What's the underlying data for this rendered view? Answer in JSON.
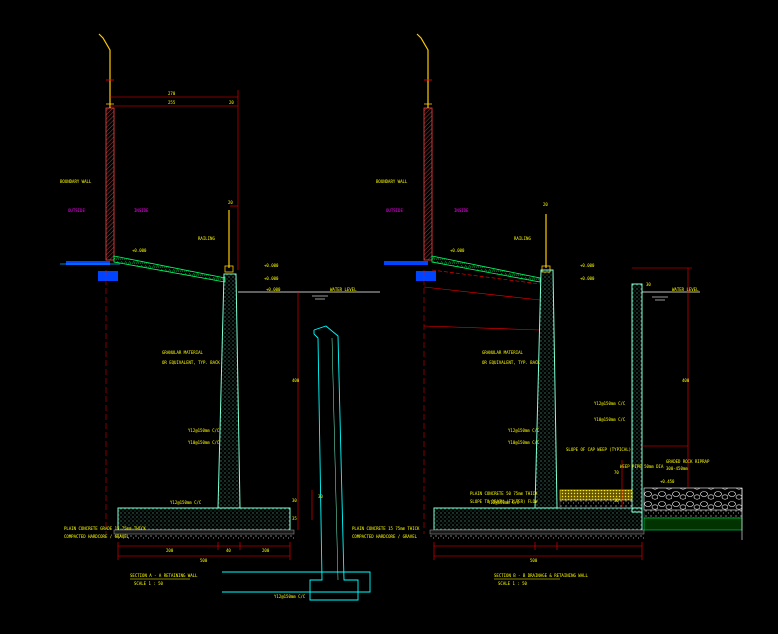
{
  "colors": {
    "background": "#000000",
    "wall": "#7fffd4",
    "wall_bright": "#00ffff",
    "dimension": "#ff0000",
    "label": "#ffff00",
    "zone": "#ff00ff",
    "hatch": "#00ff00",
    "fence": "#ffcc00",
    "survey": "#0066ff",
    "gravel": "#ffffff"
  },
  "section_a": {
    "title": "SECTION A - A RETAINING WALL",
    "scale": "SCALE 1 : 50",
    "boundary_wall": "BOUNDARY WALL",
    "outside": "OUTSIDE",
    "inside": "INSIDE",
    "railing": "RAILING",
    "backfill_1": "GRANULAR MATERIAL",
    "backfill_2": "OR EQUIVALENT, TYP. BACK",
    "rebar_1": "Y12@150mm C/C",
    "rebar_2": "Y10@150mm C/C",
    "rebar_3": "Y12@150mm C/C",
    "base_1": "PLAIN CONCRETE GRADE 15 75mm THICK",
    "base_2": "COMPACTED HARDCORE / GRAVEL",
    "water_level": "WATER LEVEL",
    "level_ground": "+0.000",
    "level_top": "+0.000",
    "level_mid": "+0.000",
    "dim_top_1": "270",
    "dim_top_2": "255",
    "dim_top_3": "20",
    "dim_wall": "20",
    "dim_height": "400",
    "dim_base": "500",
    "dim_b1": "200",
    "dim_b2": "40",
    "dim_b3": "200",
    "dim_b4": "25",
    "dim_v1": "30",
    "dim_v2": "35",
    "footing_note": "Y12@150mm C/C"
  },
  "section_b": {
    "title": "SECTION B - B DRAINAGE & RETAINING WALL",
    "scale": "SCALE 1 : 50",
    "boundary_wall": "BOUNDARY WALL",
    "outside": "OUTSIDE",
    "inside": "INSIDE",
    "railing": "RAILING",
    "backfill_1": "GRANULAR MATERIAL",
    "backfill_2": "OR EQUIVALENT, TYP. BACK",
    "rebar_1": "Y12@150mm C/C",
    "rebar_2": "Y10@150mm C/C",
    "rebar_3": "Y12@150mm C/C",
    "rebar_4": "Y10@150mm C/C",
    "seal": "SLOPE OF CAP WEEP (TYPICAL)",
    "filter_1": "PLAIN CONCRETE 50 75mm THICK",
    "filter_2": "SLOPE TO DRAIN (FILTER) FLOW",
    "drain_note": "WEEP PIPE 50mm DIA",
    "riprap_1": "GRADED ROCK RIPRAP",
    "riprap_2": "300-450mm",
    "base_1": "PLAIN CONCRETE 15 75mm THICK",
    "base_2": "COMPACTED HARDCORE / GRAVEL",
    "water_level": "WATER LEVEL",
    "level_ground": "+0.000",
    "level_top": "+0.000",
    "level_mid": "+0.000",
    "level_drain": "+0.450",
    "dim_height": "400",
    "dim_wall": "20",
    "dim_right": "30",
    "dim_base": "500",
    "dim_drain": "70",
    "dim_v": "30",
    "footing_note": "Y12@150mm C/C"
  }
}
